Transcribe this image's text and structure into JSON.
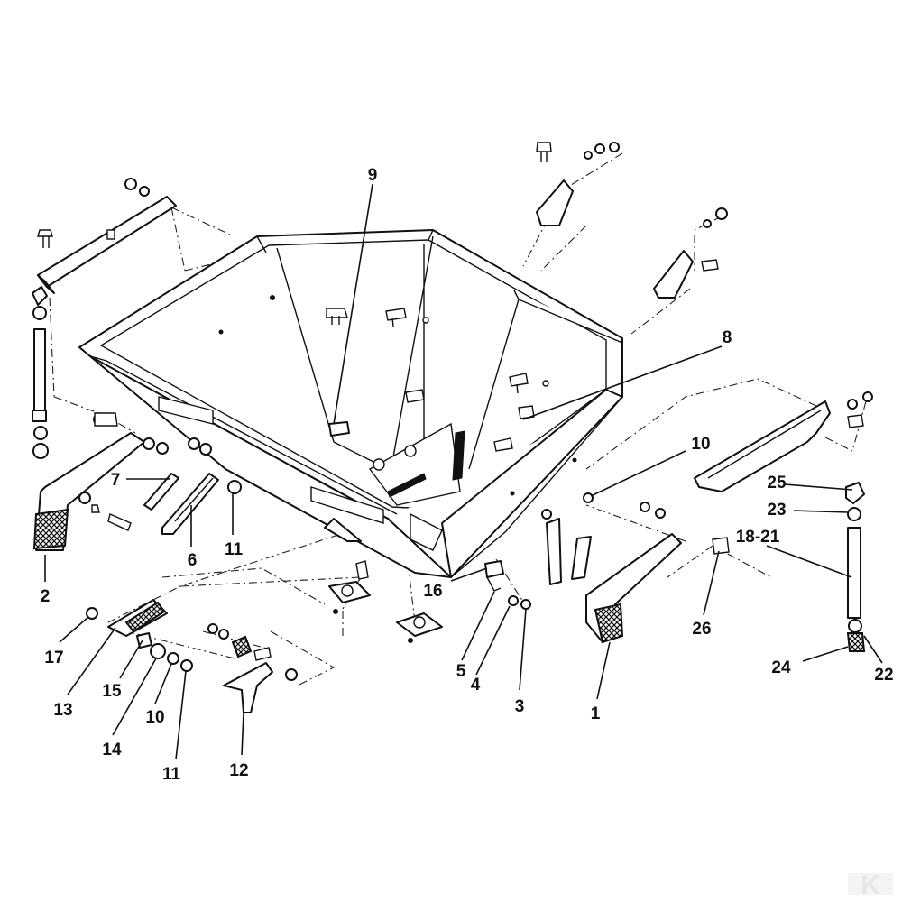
{
  "diagram": {
    "type": "exploded-parts-view",
    "callouts": [
      {
        "key": "c1",
        "label": "1"
      },
      {
        "key": "c2",
        "label": "2"
      },
      {
        "key": "c3",
        "label": "3"
      },
      {
        "key": "c4",
        "label": "4"
      },
      {
        "key": "c5",
        "label": "5"
      },
      {
        "key": "c6",
        "label": "6"
      },
      {
        "key": "c7",
        "label": "7"
      },
      {
        "key": "c8",
        "label": "8"
      },
      {
        "key": "c9",
        "label": "9"
      },
      {
        "key": "c10a",
        "label": "10"
      },
      {
        "key": "c10b",
        "label": "10"
      },
      {
        "key": "c11a",
        "label": "11"
      },
      {
        "key": "c11b",
        "label": "11"
      },
      {
        "key": "c12",
        "label": "12"
      },
      {
        "key": "c13",
        "label": "13"
      },
      {
        "key": "c14",
        "label": "14"
      },
      {
        "key": "c15",
        "label": "15"
      },
      {
        "key": "c16",
        "label": "16"
      },
      {
        "key": "c17",
        "label": "17"
      },
      {
        "key": "c18",
        "label": "18-21"
      },
      {
        "key": "c22",
        "label": "22"
      },
      {
        "key": "c23",
        "label": "23"
      },
      {
        "key": "c24",
        "label": "24"
      },
      {
        "key": "c25",
        "label": "25"
      },
      {
        "key": "c26",
        "label": "26"
      }
    ],
    "watermark": {
      "icon": "brand-logo-icon",
      "text": "K"
    },
    "colors": {
      "ink": "#111111",
      "paper": "#ffffff",
      "watermark": "#e6e6e6"
    }
  }
}
